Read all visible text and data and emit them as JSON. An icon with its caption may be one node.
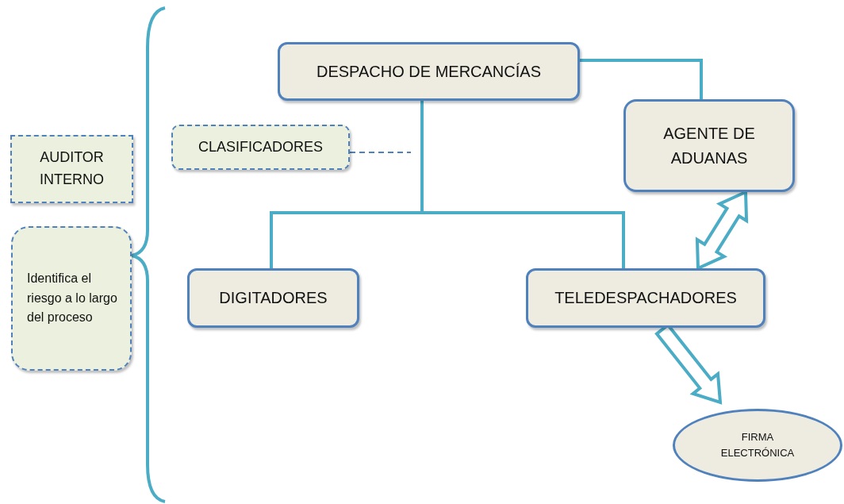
{
  "diagram": {
    "nodes": [
      {
        "text": [
          "AUDITOR INTERNO"
        ]
      },
      {
        "text": [
          "Identifica el riesgo a lo largo del proceso"
        ]
      },
      {
        "text": [
          "DESPACHO DE MERCANCÍAS"
        ]
      },
      {
        "text": [
          "CLASIFICADORES"
        ]
      },
      {
        "text": [
          "AGENTE DE ADUANAS"
        ]
      },
      {
        "text": [
          "DIGITADORES"
        ]
      },
      {
        "text": [
          "TELEDESPACHADORES"
        ]
      },
      {
        "text": [
          "FIRMA ELECTRÓNICA"
        ]
      }
    ],
    "edges": [
      {
        "from": 2,
        "to": 4,
        "arrow": "none"
      },
      {
        "from": 2,
        "to": 5,
        "arrow": "none"
      },
      {
        "from": 2,
        "to": 6,
        "arrow": "none"
      },
      {
        "from": 3,
        "to": null,
        "arrow": "none",
        "style": "dashed",
        "color": "#4f81bd"
      },
      {
        "from": 6,
        "to": 4,
        "arrow": "both",
        "style": "thick"
      },
      {
        "from": 6,
        "to": 7,
        "arrow": "to",
        "style": "thick"
      }
    ]
  }
}
